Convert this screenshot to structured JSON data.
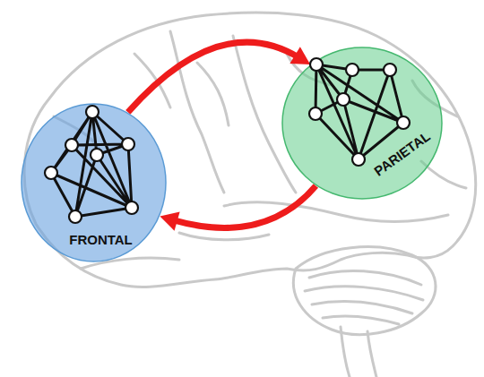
{
  "diagram": {
    "nodes": [
      {
        "text": [
          "FRONTAL"
        ]
      },
      {
        "text": [
          "PARIETAL"
        ]
      }
    ],
    "edges": [
      {
        "from": 0,
        "to": 1,
        "arrow": "to"
      },
      {
        "from": 1,
        "to": 0,
        "arrow": "to"
      }
    ]
  }
}
